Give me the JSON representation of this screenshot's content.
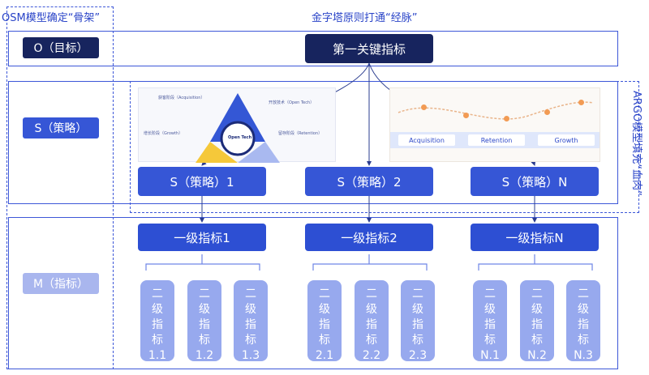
{
  "captions": {
    "osm": "OSM模型确定“骨架”",
    "pyramid": "金字塔原则打通“经脉”",
    "argo": "ARGO模型填充“血肉”"
  },
  "rows": {
    "o": "O（目标）",
    "s": "S（策略）",
    "m": "M（指标）"
  },
  "kpi": "第一关键指标",
  "strategies": [
    "S（策略）1",
    "S（策略）2",
    "S（策略）N"
  ],
  "metrics1": [
    "一级指标1",
    "一级指标2",
    "一级指标N"
  ],
  "metrics2": [
    {
      "l1": "二",
      "l2": "级",
      "l3": "指",
      "l4": "标",
      "l5": "1.1"
    },
    {
      "l1": "二",
      "l2": "级",
      "l3": "指",
      "l4": "标",
      "l5": "1.2"
    },
    {
      "l1": "二",
      "l2": "级",
      "l3": "指",
      "l4": "标",
      "l5": "1.3"
    },
    {
      "l1": "二",
      "l2": "级",
      "l3": "指",
      "l4": "标",
      "l5": "2.1"
    },
    {
      "l1": "二",
      "l2": "级",
      "l3": "指",
      "l4": "标",
      "l5": "2.2"
    },
    {
      "l1": "二",
      "l2": "级",
      "l3": "指",
      "l4": "标",
      "l5": "2.3"
    },
    {
      "l1": "二",
      "l2": "级",
      "l3": "指",
      "l4": "标",
      "l5": "N.1"
    },
    {
      "l1": "二",
      "l2": "级",
      "l3": "指",
      "l4": "标",
      "l5": "N.2"
    },
    {
      "l1": "二",
      "l2": "级",
      "l3": "指",
      "l4": "标",
      "l5": "N.3"
    }
  ],
  "argo_image": {
    "acquisition": "获客阶段（Acquisition）",
    "open_tech": "开放技术（Open Tech）",
    "growth": "增长阶段（Growth）",
    "retention": "留存阶段（Retention）",
    "center": "Open Tech"
  },
  "journey_image": {
    "acquisition": "Acquisition",
    "retention": "Retention",
    "growth": "Growth"
  },
  "colors": {
    "navy": "#17245e",
    "blue": "#3656d6",
    "light": "#97a9ee",
    "frame": "#3d57d8"
  }
}
